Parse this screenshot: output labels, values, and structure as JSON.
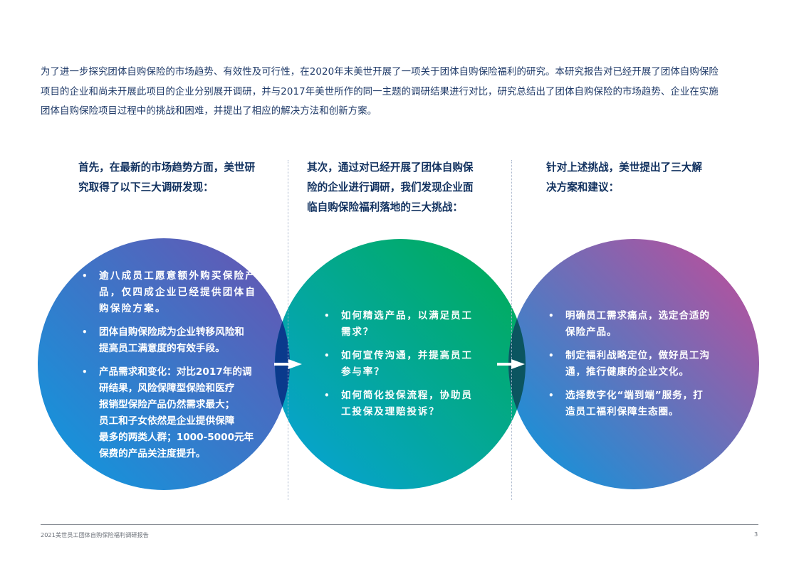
{
  "intro": {
    "lines": [
      "为了进一步探究团体自购保险的市场趋势、有效性及可行性，在2020年末美世开展了一项关于团体自购保险福利的研究。本研究报告对已经开展了团体自购保险",
      "项目的企业和尚未开展此项目的企业分别展开调研，并与2017年美世所作的同一主题的调研结果进行对比，研究总结出了团体自购保险的市场趋势、企业在实施",
      "团体自购保险项目过程中的挑战和困难，并提出了相应的解决方法和创新方案。"
    ]
  },
  "columns": [
    {
      "heading_lines": [
        "首先，在最新的市场趋势方面，美世研",
        "究取得了以下三大调研发现："
      ],
      "circle_colors": {
        "top_right": "#6a55b3",
        "bottom_left": "#1296dd"
      },
      "bullets": [
        {
          "lines": [
            "逾八成员工愿意额外购买保险产",
            "品，仅四成企业已经提供团体自",
            "购保险方案。"
          ]
        },
        {
          "lines": [
            "团体自购保险成为企业转移风险和",
            "提高员工满意度的有效手段。"
          ]
        },
        {
          "lines": [
            "产品需求和变化：对比2017年的调",
            "研结果，风险保障型保险和医疗",
            "报销型保险产品仍然需求最大；",
            "员工和子女依然是企业提供保障",
            "最多的两类人群；1000-5000元年",
            "保费的产品关注度提升。"
          ]
        }
      ]
    },
    {
      "heading_lines": [
        "其次，通过对已经开展了团体自购保",
        "险的企业进行调研，我们发现企业面",
        "临自购保险福利落地的三大挑战："
      ],
      "circle_colors": {
        "top_right": "#00a85a",
        "bottom_left": "#0aa0d8"
      },
      "bullets": [
        {
          "lines": [
            "如何精选产品，以满足员工",
            "需求？"
          ]
        },
        {
          "lines": [
            "如何宣传沟通，并提高员工",
            "参与率？"
          ]
        },
        {
          "lines": [
            "如何简化投保流程，协助员",
            "工投保及理赔投诉？"
          ]
        }
      ]
    },
    {
      "heading_lines": [
        "针对上述挑战，美世提出了三大解",
        "决方案和建议："
      ],
      "circle_colors": {
        "top_right": "#bd4d9a",
        "bottom_left": "#0f97dc"
      },
      "bullets": [
        {
          "lines": [
            "明确员工需求痛点，选定合适的",
            "保险产品。"
          ]
        },
        {
          "lines": [
            "制定福利战略定位，做好员工沟",
            "通，推行健康的企业文化。"
          ]
        },
        {
          "lines": [
            "选择数字化“端到端”服务，打",
            "造员工福利保障生态圈。"
          ]
        }
      ]
    }
  ],
  "overlaps": [
    {
      "color": "#0a3a8c",
      "icon": "arrow-right-icon"
    },
    {
      "color": "#0b5560",
      "icon": "arrow-right-icon"
    }
  ],
  "footer": {
    "title": "2021美世员工团体自购保险福利调研报告",
    "page_number": "3"
  }
}
